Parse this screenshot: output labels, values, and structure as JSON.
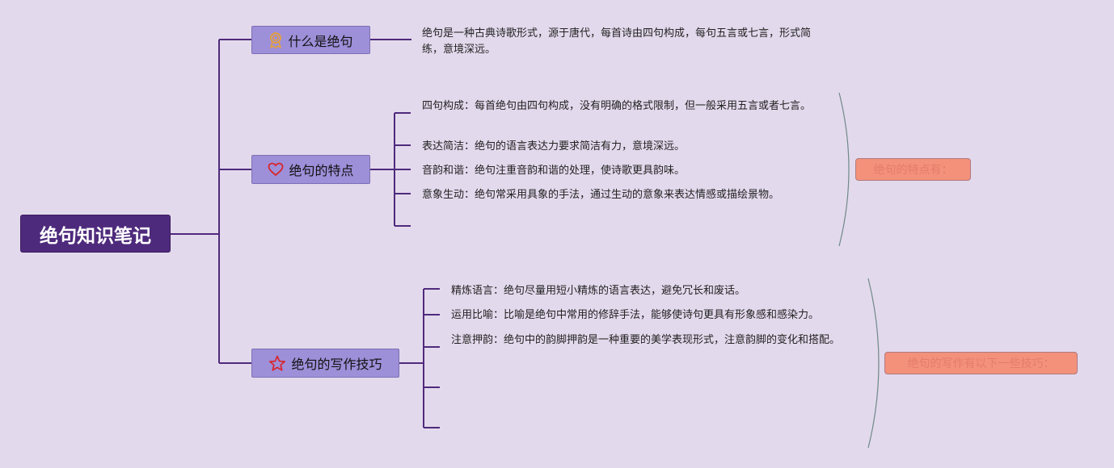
{
  "root": {
    "title": "绝句知识笔记"
  },
  "branches": [
    {
      "title": "什么是绝句",
      "icon": "award-ribbon-icon",
      "leaves": [
        "绝句是一种古典诗歌形式，源于唐代，每首诗由四句构成，每句五言或七言，形式简练，意境深远。"
      ]
    },
    {
      "title": "绝句的特点",
      "icon": "heart-icon",
      "leaves": [
        "四句构成：每首绝句由四句构成，没有明确的格式限制，但一般采用五言或者七言。",
        "表达简洁：绝句的语言表达力要求简洁有力，意境深远。",
        "音韵和谐：绝句注重音韵和谐的处理，使诗歌更具韵味。",
        "意象生动：绝句常采用具象的手法，通过生动的意象来表达情感或描绘景物。"
      ],
      "summary": "绝句的特点有："
    },
    {
      "title": "绝句的写作技巧",
      "icon": "star-icon",
      "leaves": [
        "精炼语言：绝句尽量用短小精炼的语言表达，避免冗长和废话。",
        "运用比喻：比喻是绝句中常用的修辞手法，能够使诗句更具有形象感和感染力。",
        "注意押韵：绝句中的韵脚押韵是一种重要的美学表现形式，注意韵脚的变化和搭配。"
      ],
      "summary": "绝句的写作有以下一些技巧："
    }
  ],
  "colors": {
    "background": "#e3d9ec",
    "root_fill": "#4e2a7c",
    "branch_fill": "#9e8fd9",
    "connector": "#4e2a7c",
    "summary_fill": "#f3917a",
    "summary_text": "#e57c6c",
    "brace": "#6e8a8a"
  }
}
